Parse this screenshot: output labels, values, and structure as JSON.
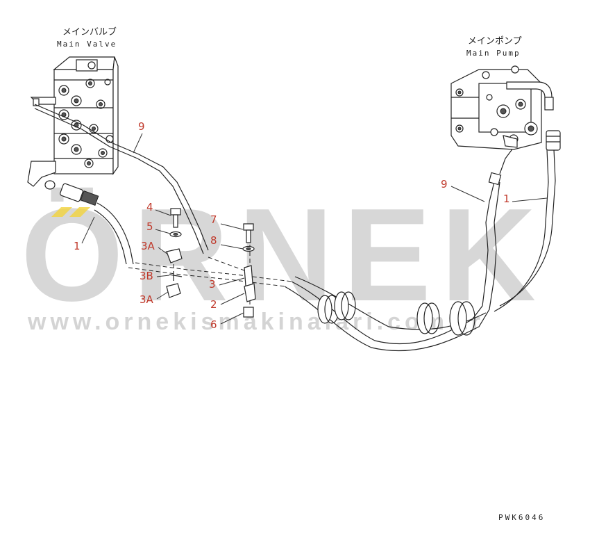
{
  "diagram": {
    "main_valve": {
      "label_jp": "メインバルブ",
      "label_en": "Main Valve"
    },
    "main_pump": {
      "label_jp": "メインポンプ",
      "label_en": "Main Pump"
    },
    "callouts": {
      "hose_1_left": "1",
      "tube_9_left": "9",
      "bolt_4": "4",
      "washer_5": "5",
      "clamp_3A_top": "3A",
      "bolt_3B": "3B",
      "clamp_3A_bottom": "3A",
      "bolt_7": "7",
      "washer_8": "8",
      "bracket_3": "3",
      "clamp_2": "2",
      "spacer_6": "6",
      "tube_9_right": "9",
      "hose_1_right": "1"
    },
    "watermark": {
      "text": "ÖRNEK",
      "url": "www.ornekismakinalari.com.tr"
    },
    "drawing_code": "PWK6046"
  },
  "colors": {
    "callout": "#c0392b",
    "line": "#222222",
    "watermark": "#c9c9c9",
    "accent": "#f2d33c"
  }
}
